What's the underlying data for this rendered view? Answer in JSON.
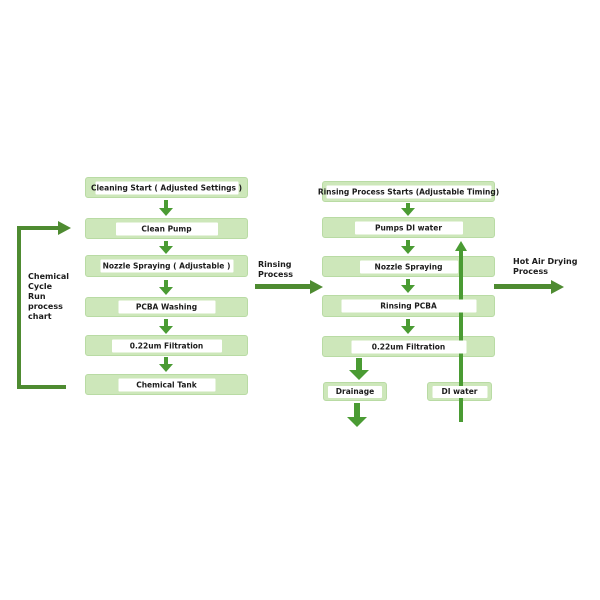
{
  "flow": {
    "left": {
      "cycle_label": "Chemical\nCycle\nRun\nprocess\nchart",
      "nodes": [
        "Cleaning Start ( Adjusted Settings )",
        "Clean Pump",
        "Nozzle Spraying ( Adjustable )",
        "PCBA Washing",
        "0.22um Filtration",
        "Chemical Tank"
      ]
    },
    "right": {
      "nodes": [
        "Rinsing Process Starts (Adjustable Timing)",
        "Pumps DI water",
        "Nozzle Spraying",
        "Rinsing PCBA",
        "0.22um Filtration",
        "Drainage",
        "DI water"
      ]
    },
    "labels": {
      "rinsing_process": "Rinsing\nProcess",
      "hot_air": "Hot Air Drying\nProcess"
    },
    "colors": {
      "node_fill": "#cde7ba",
      "node_border": "#b9dba4",
      "node_inner": "#ffffff",
      "arrow_green": "#4a9b33",
      "line_green": "#4e8b31",
      "text": "#1c1c1c"
    }
  }
}
